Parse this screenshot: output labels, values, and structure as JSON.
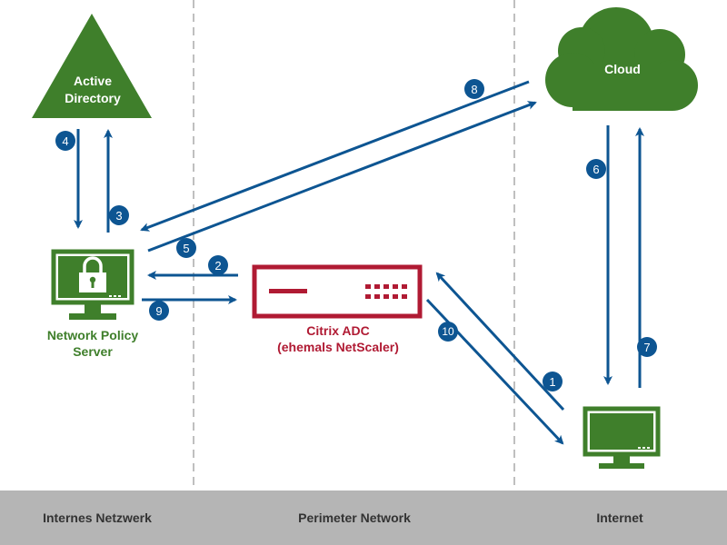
{
  "colors": {
    "green": "#3f7f2b",
    "blue": "#0d5592",
    "red": "#b01a33",
    "footer": "#b5b5b5",
    "divider": "#aaaaaa"
  },
  "nodes": {
    "active_directory": {
      "line1": "Active",
      "line2": "Directory",
      "icon": "triangle-icon"
    },
    "cloud": {
      "label": "Cloud",
      "icon": "cloud-icon"
    },
    "nps": {
      "line1": "Network Policy",
      "line2": "Server",
      "icon": "lock-monitor-icon"
    },
    "adc": {
      "line1": "Citrix ADC",
      "line2": "(ehemals NetScaler)",
      "icon": "appliance-icon"
    },
    "client": {
      "icon": "monitor-icon"
    }
  },
  "zones": {
    "internal": "Internes Netzwerk",
    "perimeter": "Perimeter Network",
    "internet": "Internet"
  },
  "steps": [
    "1",
    "2",
    "3",
    "4",
    "5",
    "6",
    "7",
    "8",
    "9",
    "10"
  ]
}
